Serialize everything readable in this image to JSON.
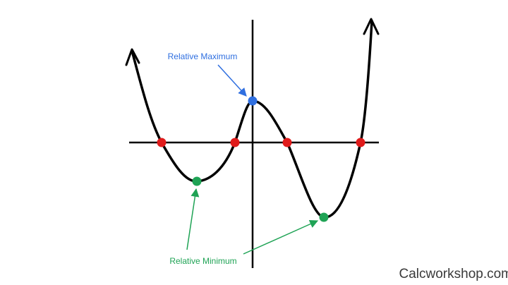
{
  "labels": {
    "relative_maximum": "Relative Maximum",
    "relative_minimum": "Relative Minimum"
  },
  "watermark": "Calcworkshop.com",
  "colors": {
    "curve": "#000000",
    "axes": "#000000",
    "maximum": "#2f6fe0",
    "minimum": "#1fa355",
    "zeros": "#e01b1b",
    "max_label": "#2f6fe0",
    "min_label": "#1fa355"
  },
  "points": {
    "zeros": 4,
    "relative_maxima": 1,
    "relative_minima": 2
  }
}
